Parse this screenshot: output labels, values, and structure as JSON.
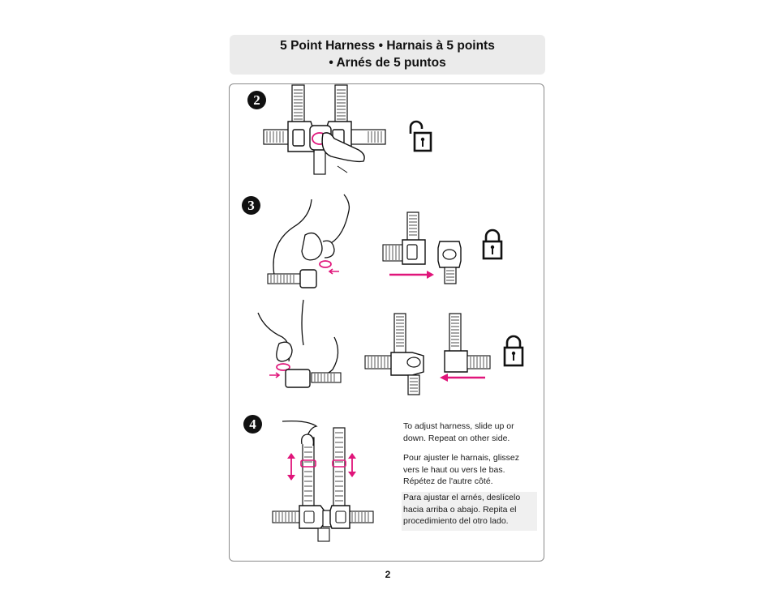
{
  "title": {
    "line1": "5 Point Harness  •  Harnais à 5 points",
    "line2": "•  Arnés de 5 puntos"
  },
  "steps": [
    "2",
    "3",
    "4"
  ],
  "captions": {
    "english": "To adjust harness, slide up or down. Repeat on other side.",
    "french": "Pour ajuster le harnais, glissez vers le haut ou vers le bas. Répétez de l'autre côté.",
    "spanish": "Para ajustar el arnés, deslícelo hacia arriba o abajo. Repita el procedimiento del otro lado."
  },
  "page_number": "2",
  "icons": [
    "unlocked-padlock-icon",
    "locked-padlock-icon",
    "pink-arrow-icon",
    "double-arrow-icon"
  ],
  "colors": {
    "accent": "#e0157a",
    "title_bg": "#ebebeb",
    "ink": "#111111"
  }
}
